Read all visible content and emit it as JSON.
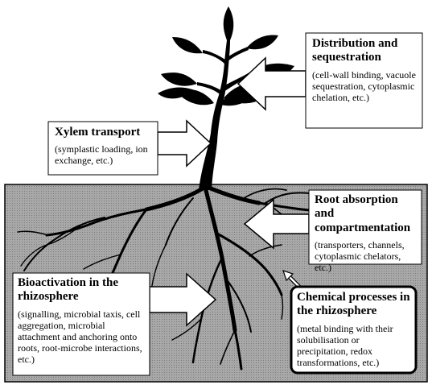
{
  "colors": {
    "soil_fill": "#a8a8a8",
    "plant": "#000000",
    "box_fill": "#ffffff",
    "box_border": "#000000"
  },
  "labels": {
    "distribution": {
      "title": "Distribution and sequestration",
      "body": "(cell-wall binding, vacuole sequestration, cytoplasmic chelation, etc.)"
    },
    "xylem": {
      "title": "Xylem transport",
      "body": "(symplastic loading, ion exchange, etc.)"
    },
    "root_absorption": {
      "title": "Root absorption and compartmentation",
      "body": "(transporters, channels, cytoplasmic chelators, etc.)"
    },
    "bioactivation": {
      "title": "Bioactivation in the rhizosphere",
      "body": "(signalling, microbial taxis, cell aggregation, microbial attachment and anchoring onto roots, root-microbe interactions, etc.)"
    },
    "chemical": {
      "title": "Chemical processes in the rhizosphere",
      "body": "(metal binding with their solubilisation or precipitation, redox transformations, etc.)"
    }
  }
}
